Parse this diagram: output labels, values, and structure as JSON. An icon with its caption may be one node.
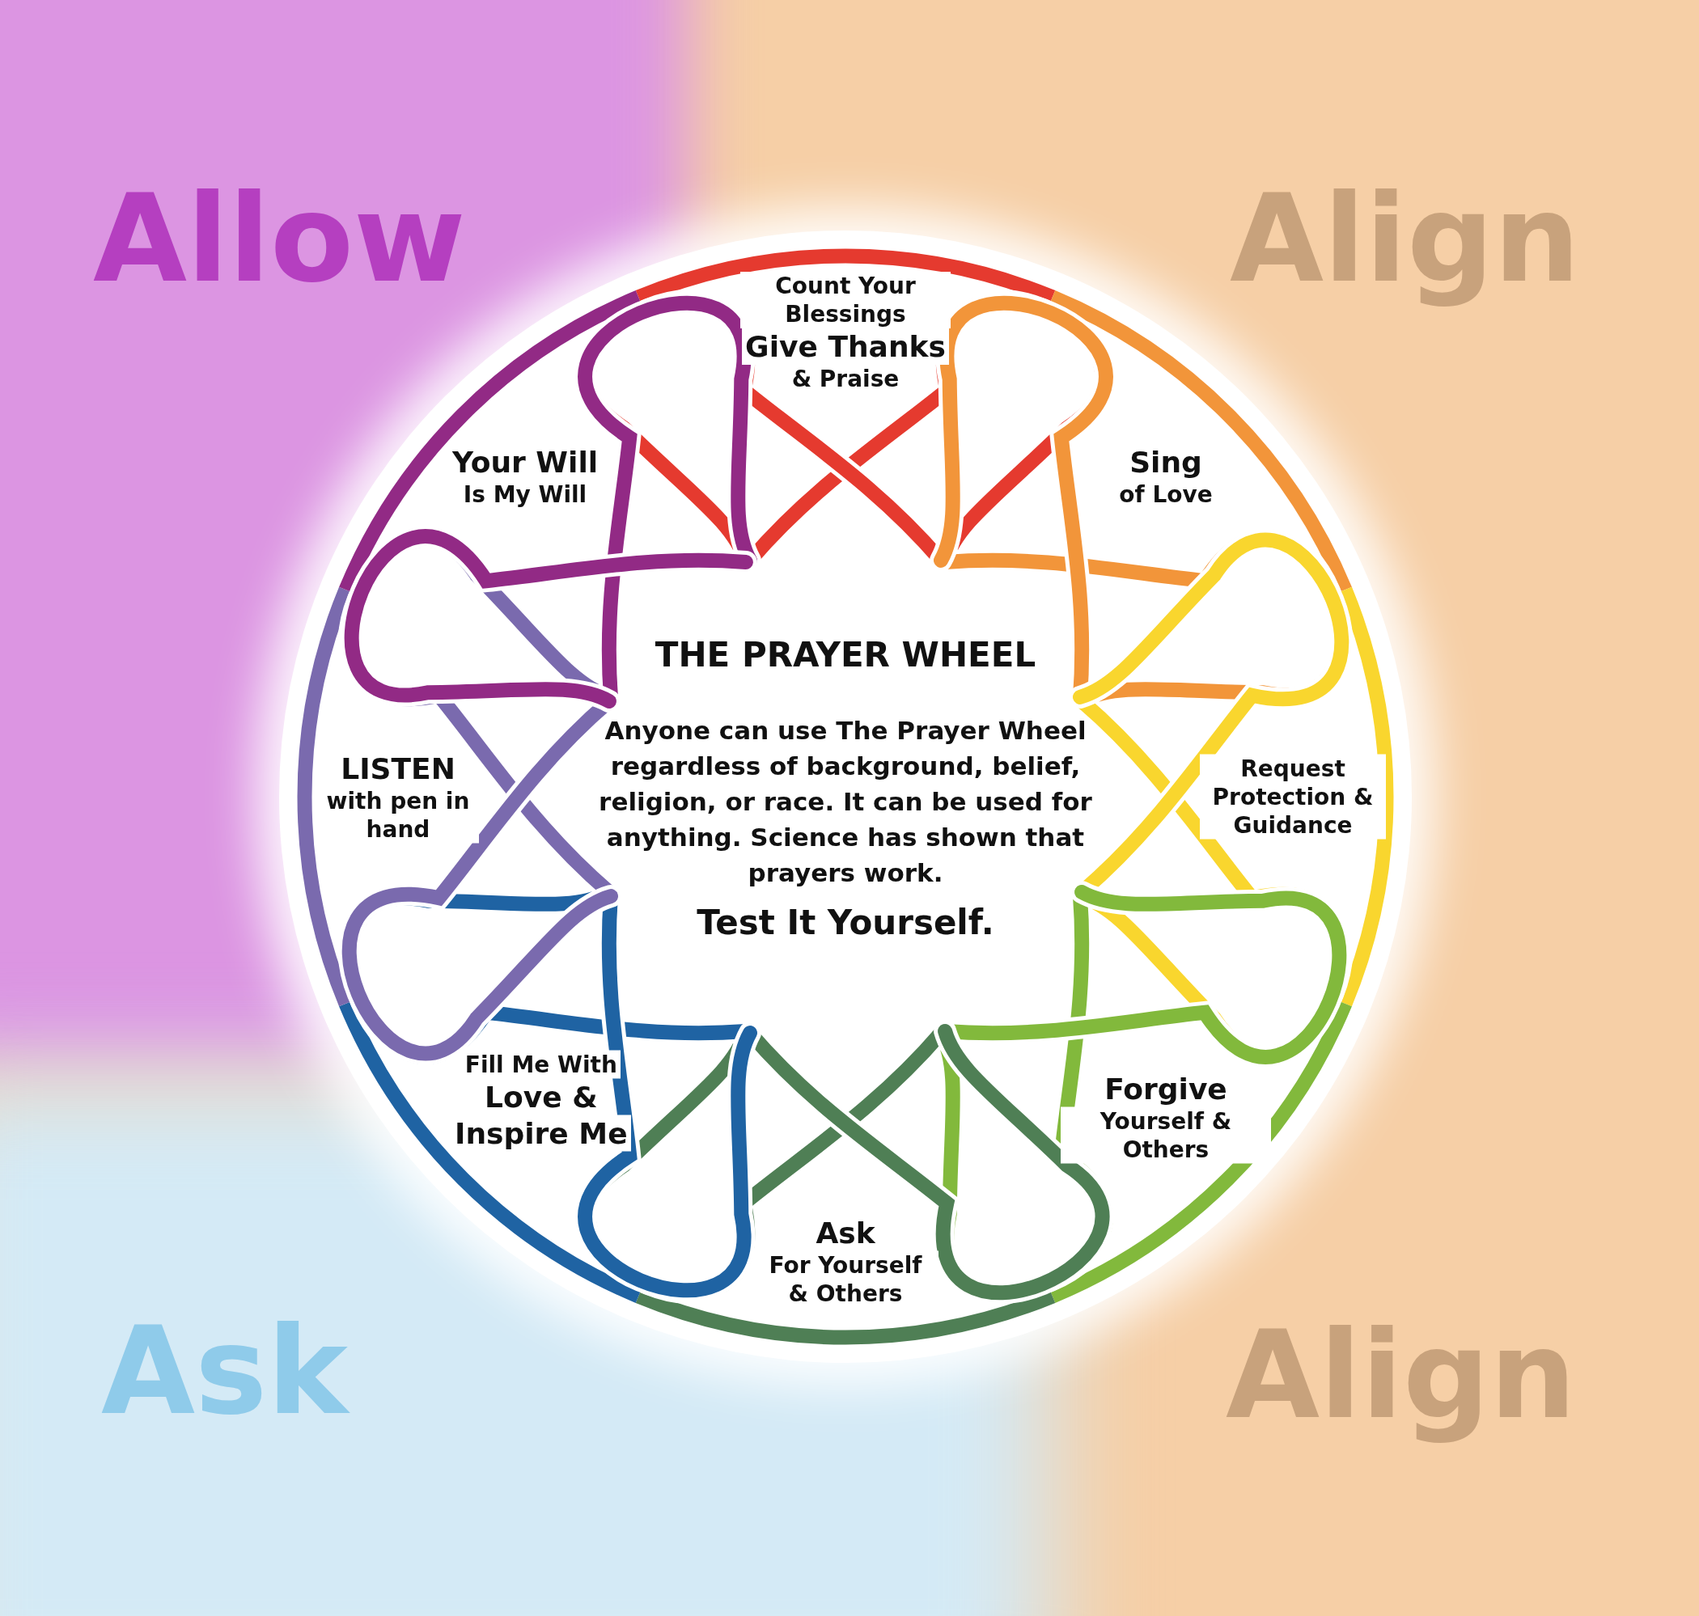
{
  "diagram": {
    "nodes": [
      {
        "text": [
          "THE PRAYER WHEEL",
          "Anyone can use The Prayer Wheel regardless of background, belief, religion, or race. It can be used for anything. Science has shown that prayers work.",
          "Test It Yourself."
        ]
      },
      {
        "text": [
          "Count Your Blessings",
          "Give Thanks",
          "& Praise"
        ],
        "in": 0
      },
      {
        "text": [
          "Sing",
          "of Love"
        ],
        "in": 0
      },
      {
        "text": [
          "Request Protection & Guidance"
        ],
        "in": 0
      },
      {
        "text": [
          "Forgive",
          "Yourself & Others"
        ],
        "in": 0
      },
      {
        "text": [
          "Ask",
          "For Yourself & Others"
        ],
        "in": 0
      },
      {
        "text": [
          "Fill Me With",
          "Love &",
          "Inspire Me"
        ],
        "in": 0
      },
      {
        "text": [
          "LISTEN",
          "with pen in hand"
        ],
        "in": 0
      },
      {
        "text": [
          "Your Will",
          "Is My Will"
        ],
        "in": 0
      }
    ],
    "edges": [],
    "labels": [
      "Allow",
      "Align",
      "Ask",
      "Align"
    ]
  }
}
